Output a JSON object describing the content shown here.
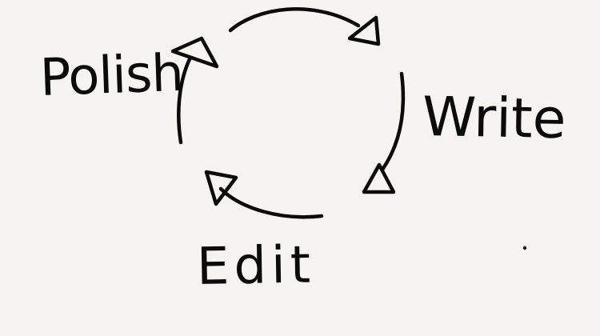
{
  "diagram": {
    "labels": {
      "polish": "Polish",
      "write": "Write",
      "edit": "Edit"
    },
    "colors": {
      "background": "#f5f4f1",
      "ink": "#0b0b0b"
    }
  }
}
